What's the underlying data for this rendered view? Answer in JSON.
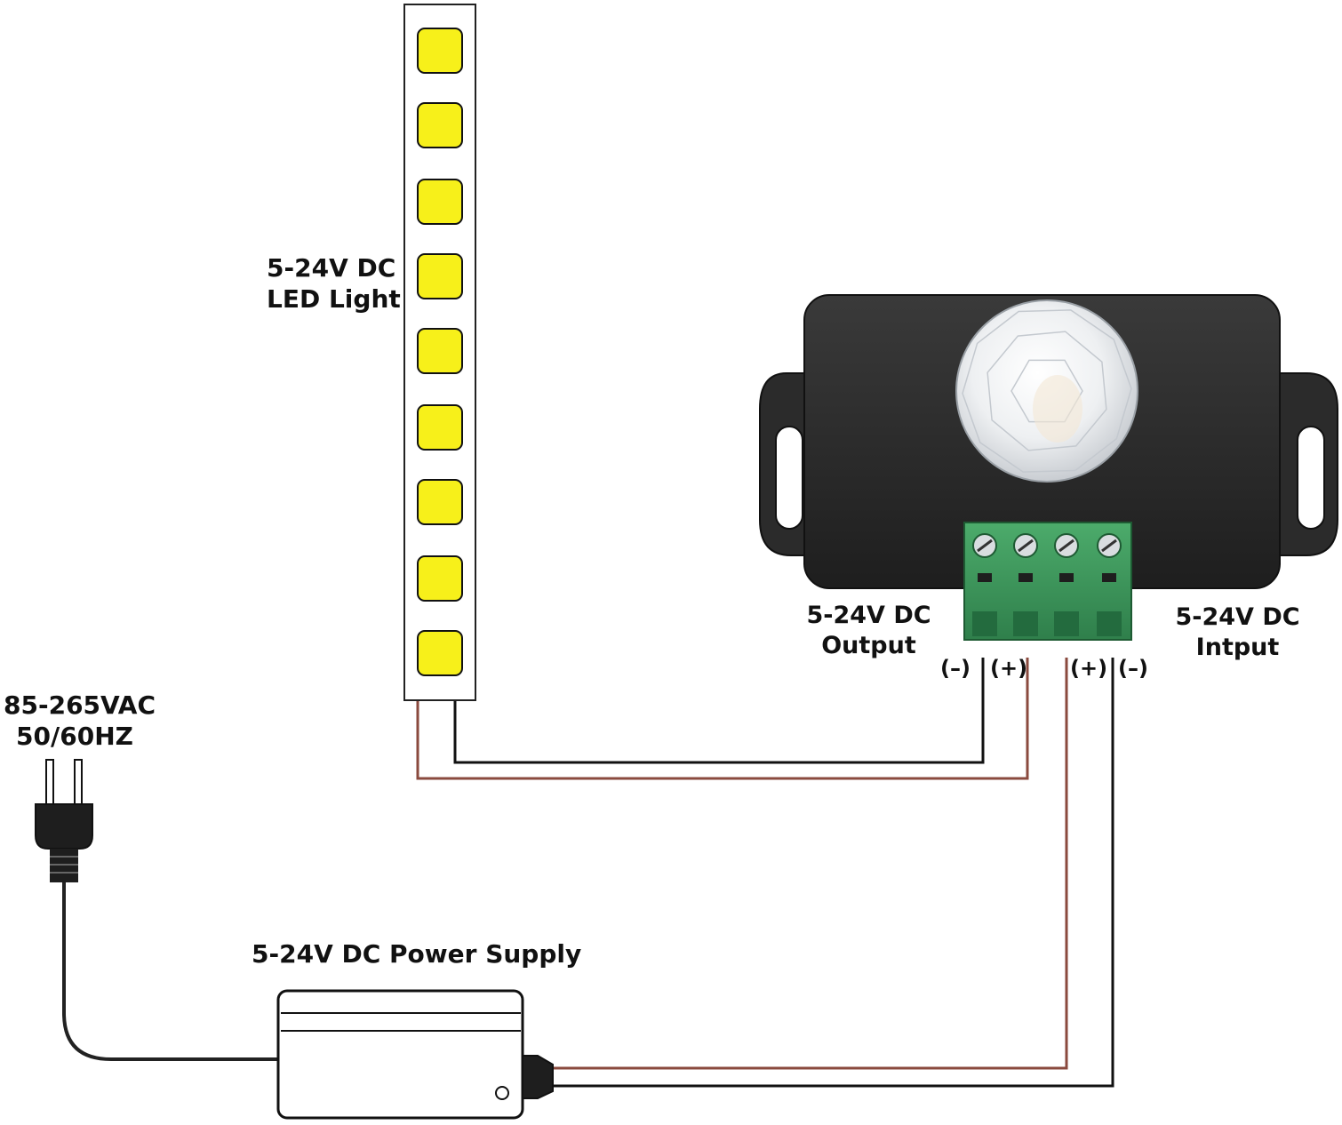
{
  "labels": {
    "led_line1": "5-24V DC",
    "led_line2": "LED Light",
    "ac_line1": "85-265VAC",
    "ac_line2": "50/60HZ",
    "psu": "5-24V DC Power Supply",
    "output_line1": "5-24V DC",
    "output_line2": "Output",
    "input_line1": "5-24V DC",
    "input_line2": "Intput"
  },
  "terminals": {
    "out_neg": "(–)",
    "out_pos": "(+)",
    "in_pos": "(+)",
    "in_neg": "(–)"
  },
  "colors": {
    "led_yellow": "#f7f01a",
    "sensor_body": "#2a2a2a",
    "terminal_green": "#3d9a5e",
    "wire_black": "#111111",
    "wire_red": "#8a4a3e"
  }
}
